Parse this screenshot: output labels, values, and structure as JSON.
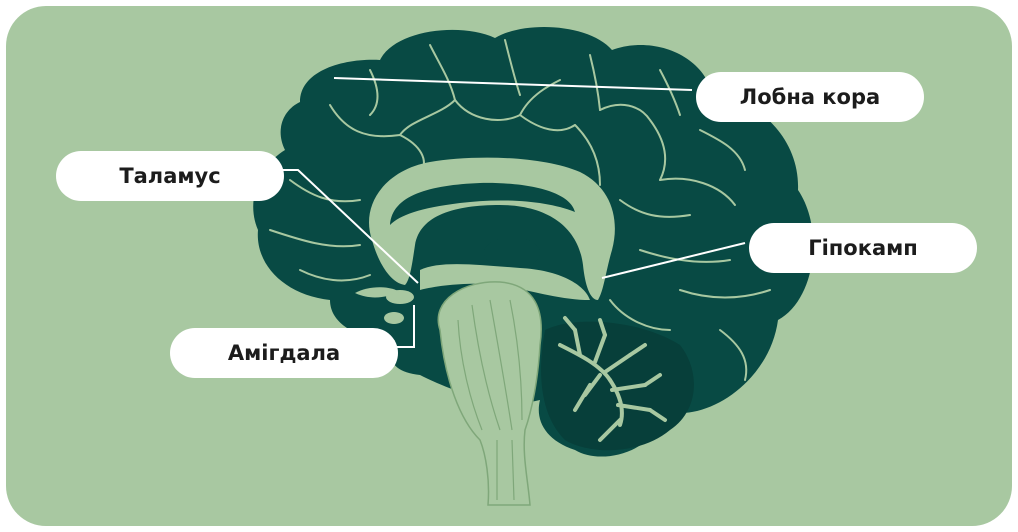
{
  "colors": {
    "background": "#a8c8a1",
    "brain_dark": "#084a44",
    "brain_light": "#a8c8a1",
    "line": "#ffffff",
    "label_bg": "#ffffff",
    "label_text": "#1c1c1c"
  },
  "labels": {
    "frontal_cortex": "Лобна кора",
    "thalamus": "Таламус",
    "hippocampus": "Гіпокамп",
    "amygdala": "Амігдала"
  }
}
